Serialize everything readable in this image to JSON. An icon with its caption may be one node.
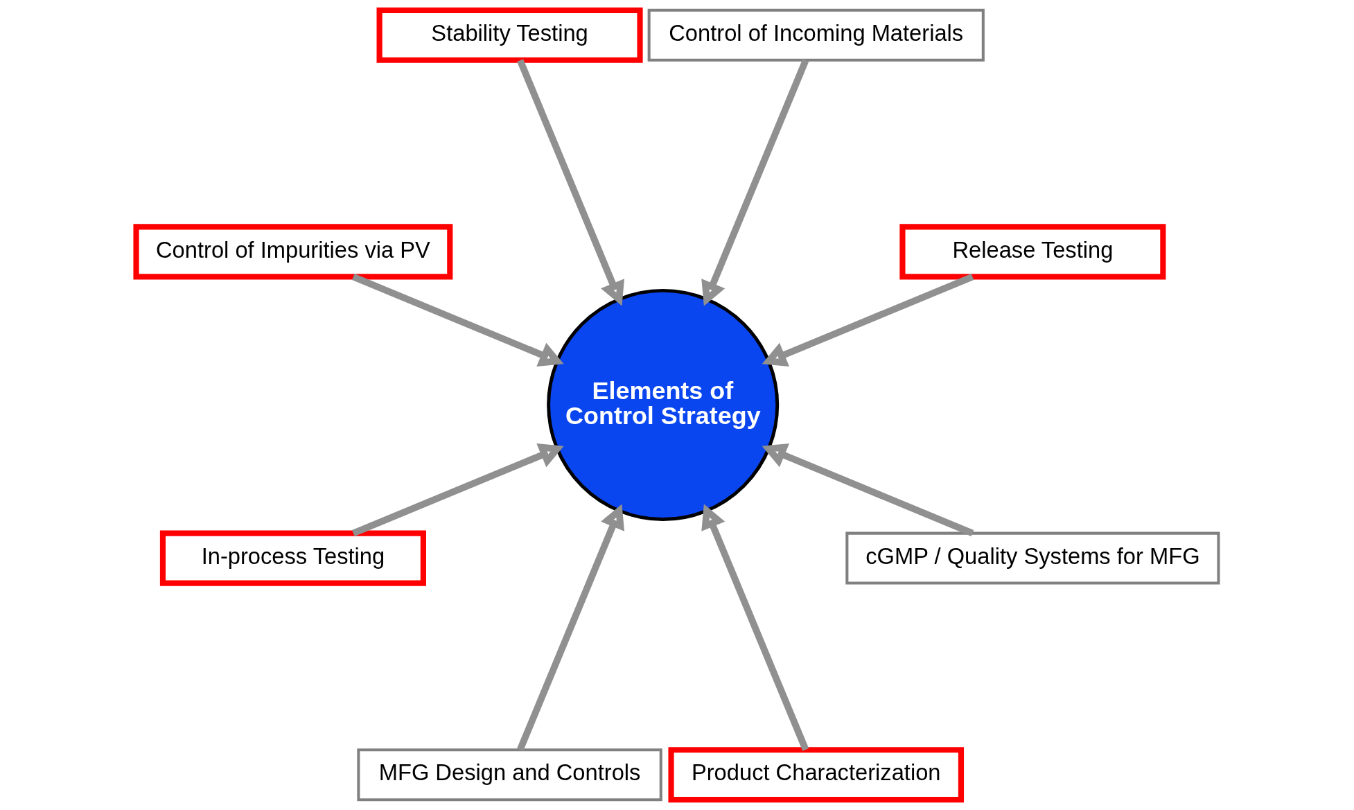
{
  "diagram": {
    "nodes": [
      {
        "text": [
          "Release Testing"
        ]
      },
      {
        "text": [
          "Control of Incoming Materials"
        ]
      },
      {
        "text": [
          "Stability Testing"
        ]
      },
      {
        "text": [
          "Control of Impurities via PV"
        ]
      },
      {
        "text": [
          "Elements of Control Strategy"
        ]
      },
      {
        "text": [
          "In-process Testing"
        ]
      },
      {
        "text": [
          "MFG Design and Controls"
        ]
      },
      {
        "text": [
          "Product Characterization"
        ]
      },
      {
        "text": [
          "cGMP / Quality Systems for MFG"
        ]
      }
    ],
    "edges": [
      {
        "from": 0,
        "to": 4,
        "arrow": "to"
      },
      {
        "from": 1,
        "to": 4,
        "arrow": "to"
      },
      {
        "from": 2,
        "to": 4,
        "arrow": "to"
      },
      {
        "from": 3,
        "to": 4,
        "arrow": "to"
      },
      {
        "from": 5,
        "to": 4,
        "arrow": "to"
      },
      {
        "from": 7,
        "to": 4,
        "arrow": "to"
      },
      {
        "from": 8,
        "to": 4,
        "arrow": "to"
      },
      {
        "from": 6,
        "to": 4,
        "arrow": "to"
      }
    ]
  }
}
